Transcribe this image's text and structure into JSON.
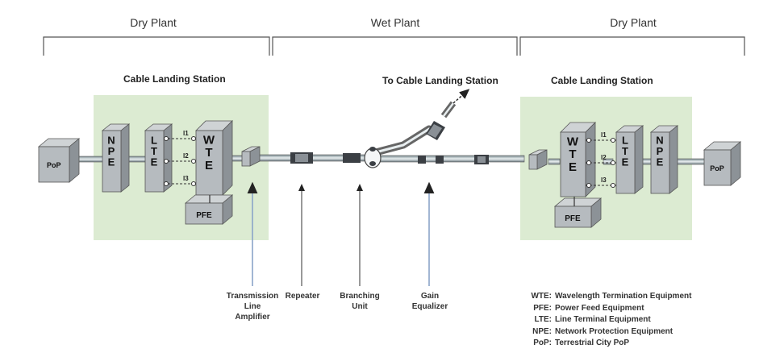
{
  "regions": {
    "left": "Dry Plant",
    "middle": "Wet Plant",
    "right": "Dry Plant"
  },
  "stations": {
    "left": "Cable Landing Station",
    "right": "Cable Landing Station",
    "branch": "To Cable Landing Station"
  },
  "boxes": {
    "pop_left": "PoP",
    "npe_left": "NPE",
    "lte_left": "LTE",
    "wte_left": "WTE",
    "pfe_left": "PFE",
    "pop_right": "PoP",
    "npe_right": "NPE",
    "lte_right": "LTE",
    "wte_right": "WTE",
    "pfe_right": "PFE"
  },
  "channels": [
    "l1",
    "l2",
    "l3"
  ],
  "components": {
    "tla": [
      "Transmission",
      "Line",
      "Amplifier"
    ],
    "repeater": [
      "Repeater"
    ],
    "branching": [
      "Branching",
      "Unit"
    ],
    "gain": [
      "Gain",
      "Equalizer"
    ]
  },
  "legend": [
    {
      "key": "WTE:",
      "desc": "Wavelength Termination Equipment"
    },
    {
      "key": "PFE:",
      "desc": "Power Feed Equipment"
    },
    {
      "key": "LTE:",
      "desc": "Line Terminal Equipment"
    },
    {
      "key": "NPE:",
      "desc": "Network Protection Equipment"
    },
    {
      "key": "PoP:",
      "desc": "Terrestrial City PoP"
    }
  ]
}
